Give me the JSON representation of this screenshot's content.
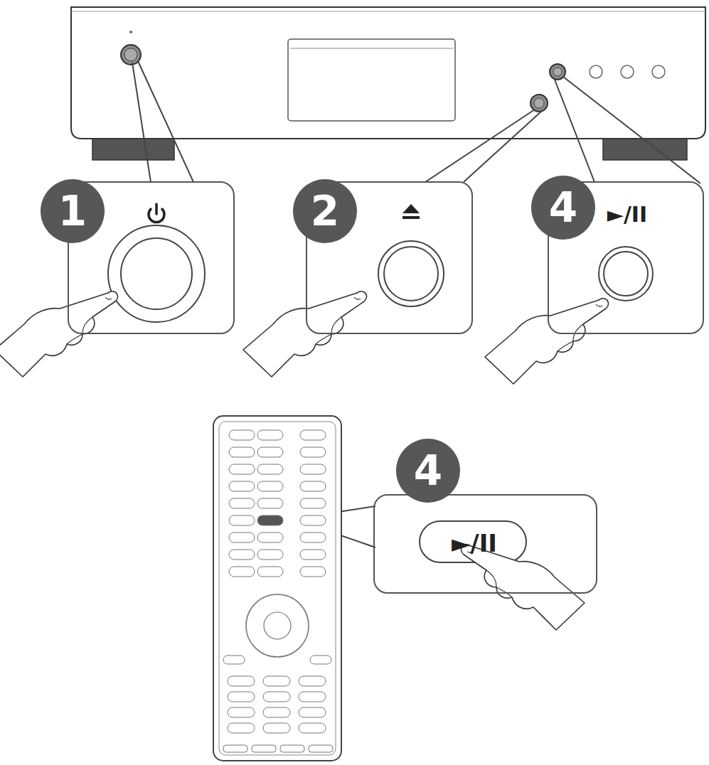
{
  "diagram": {
    "nodes": [
      {
        "text": [
          "1"
        ]
      },
      {
        "text": [
          "2"
        ]
      },
      {
        "text": [
          "4",
          "►/II"
        ]
      },
      {
        "text": [
          "4",
          "►/II"
        ]
      }
    ]
  }
}
